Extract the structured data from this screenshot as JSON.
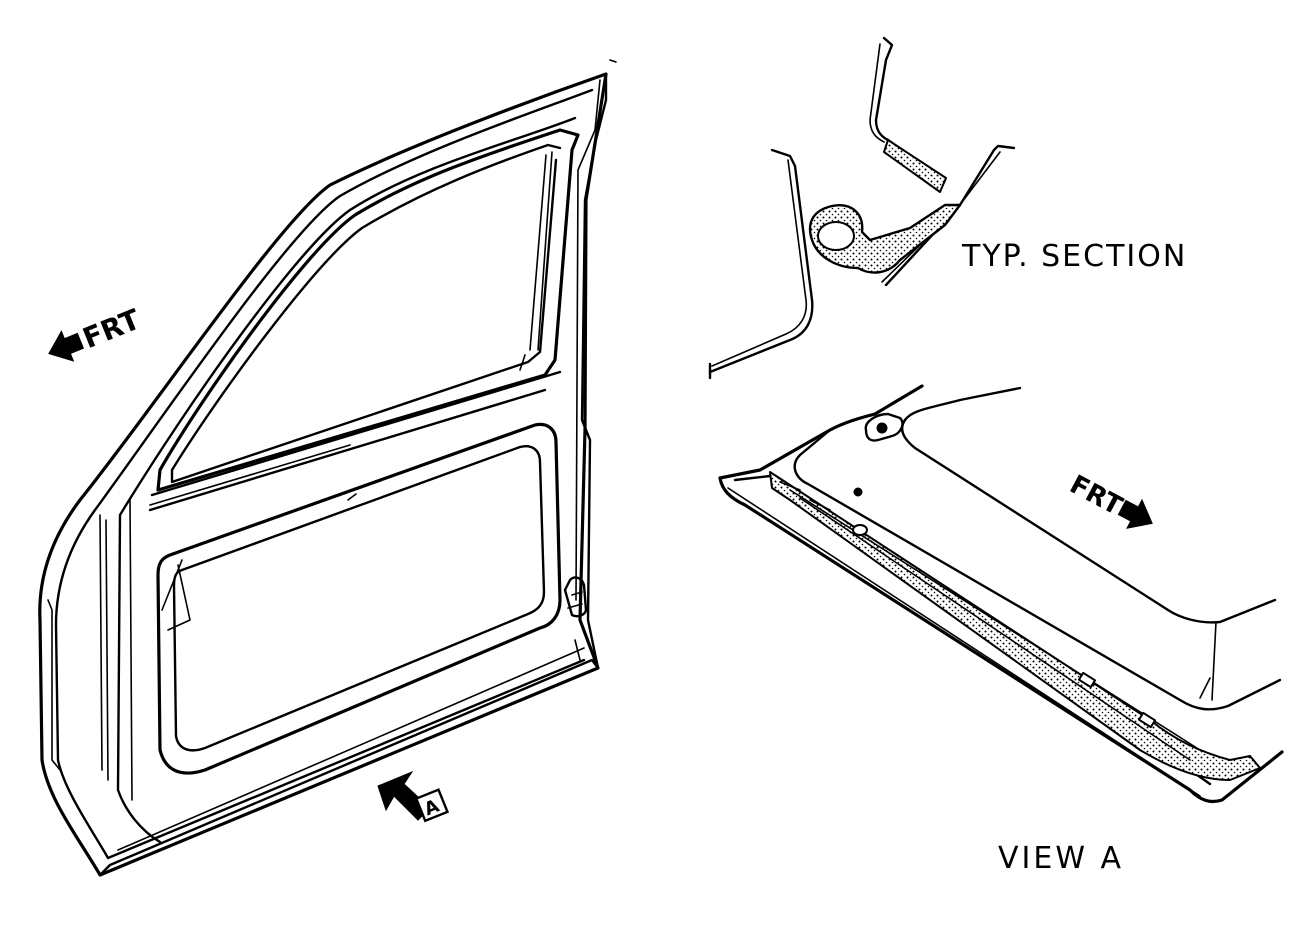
{
  "labels": {
    "front_door": "FRT",
    "front_view_a": "FRT",
    "typ_section": "TYP. SECTION",
    "view_a": "VIEW A",
    "callout_a": "A"
  },
  "colors": {
    "ink": "#000000",
    "background": "#ffffff",
    "sealer_fill": "#d8d8d8"
  },
  "icons": {
    "front_arrow": "arrow-left-icon",
    "view_arrow": "arrow-up-right-icon"
  }
}
